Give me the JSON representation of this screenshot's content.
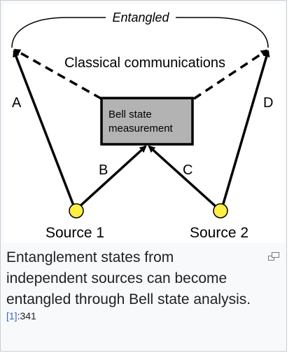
{
  "diagram": {
    "entangled_label": "Entangled",
    "classical_label": "Classical communications",
    "box_label_line1": "Bell state",
    "box_label_line2": "measurement",
    "channel_a": "A",
    "channel_b": "B",
    "channel_c": "C",
    "channel_d": "D",
    "source1": "Source 1",
    "source2": "Source 2",
    "colors": {
      "box_fill": "#b3b3b3",
      "source_fill": "#ffee44",
      "stroke": "#000000"
    }
  },
  "caption": {
    "text": "Entanglement states from independent sources can become entangled through Bell state analysis.",
    "ref_label": "[1]",
    "ref_page": ":341"
  },
  "icons": {
    "enlarge": "enlarge-icon"
  }
}
